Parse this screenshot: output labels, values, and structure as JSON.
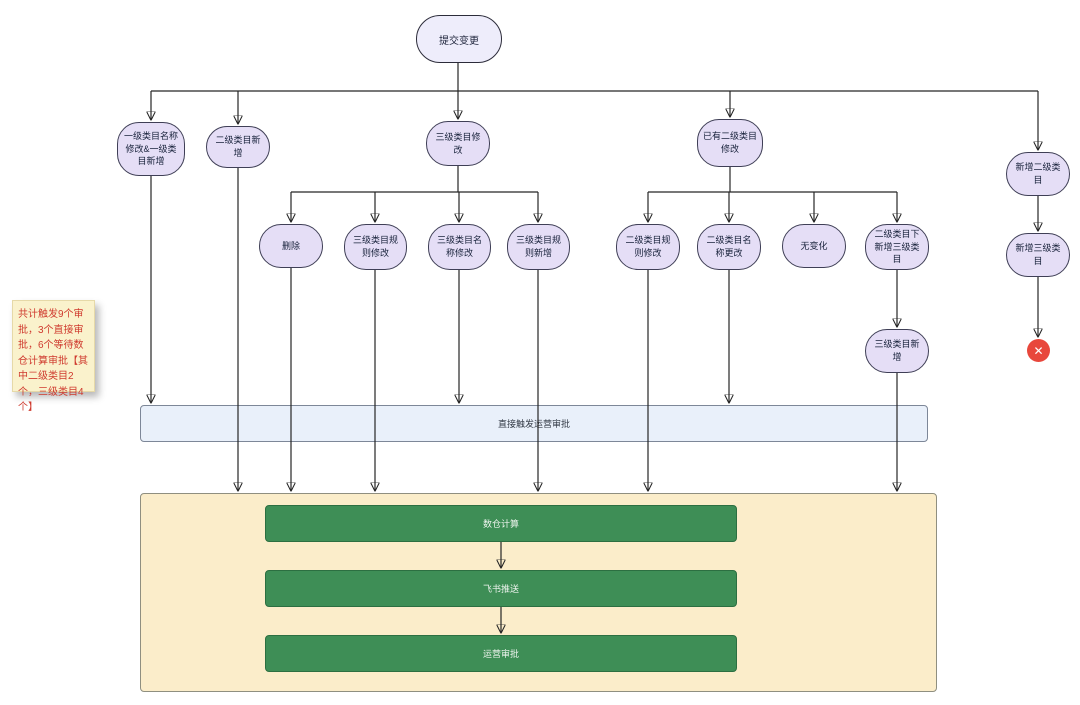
{
  "nodes": {
    "start": "提交变更",
    "l1_name_change_add": "一级类目名称修改&一级类目新增",
    "l2_add": "二级类目新增",
    "l3_modify": "三级类目修改",
    "existing_l2_modify": "已有二级类目修改",
    "new_l2": "新增二级类目",
    "delete": "删除",
    "l3_rule_modify": "三级类目规则修改",
    "l3_name_modify": "三级类目名称修改",
    "l3_rule_add": "三级类目规则新增",
    "l2_rule_modify": "二级类目规则修改",
    "l2_name_change": "二级类目名称更改",
    "no_change": "无变化",
    "l3_under_l2_add": "二级类目下新增三级类目",
    "new_l3": "新增三级类目",
    "l3_add": "三级类目新增"
  },
  "note_text": "共计触发9个审批，3个直接审批，6个等待数仓计算审批【其中二级类目2个，三级类目4个】",
  "bars": {
    "direct_ops_approval": "直接触发运营审批",
    "dw_calc": "数仓计算",
    "feishu_push": "飞书推送",
    "ops_approval": "运营审批"
  },
  "icons": {
    "end_x": "✕"
  },
  "colors": {
    "node_fill": "#e5def6",
    "node_border": "#3f3f56",
    "start_fill": "#eeedfb",
    "blue_bar_fill": "#e9f0fa",
    "container_fill": "#fbedca",
    "green_bar_fill": "#3e8e56",
    "note_fill": "#faf2cc",
    "note_text_color": "#cf3a2e",
    "end_marker": "#e8473c",
    "edge": "#262626"
  }
}
